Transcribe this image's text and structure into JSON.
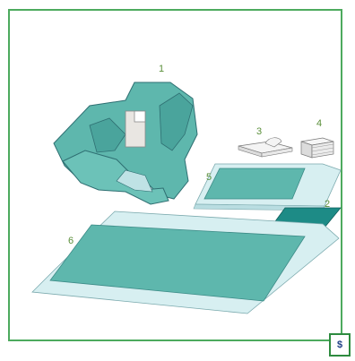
{
  "labels": {
    "item1": "1",
    "item2": "2",
    "item3": "3",
    "item4": "4",
    "item5": "5",
    "item6": "6"
  },
  "badge": {
    "text": "$"
  },
  "colors": {
    "frame": "#4daa5e",
    "teal": "#5eb7ad",
    "teal_dark": "#1d8b86",
    "light_cyan": "#d9f1f3",
    "label": "#5a8f3a",
    "badge_text": "#1f3f86"
  }
}
